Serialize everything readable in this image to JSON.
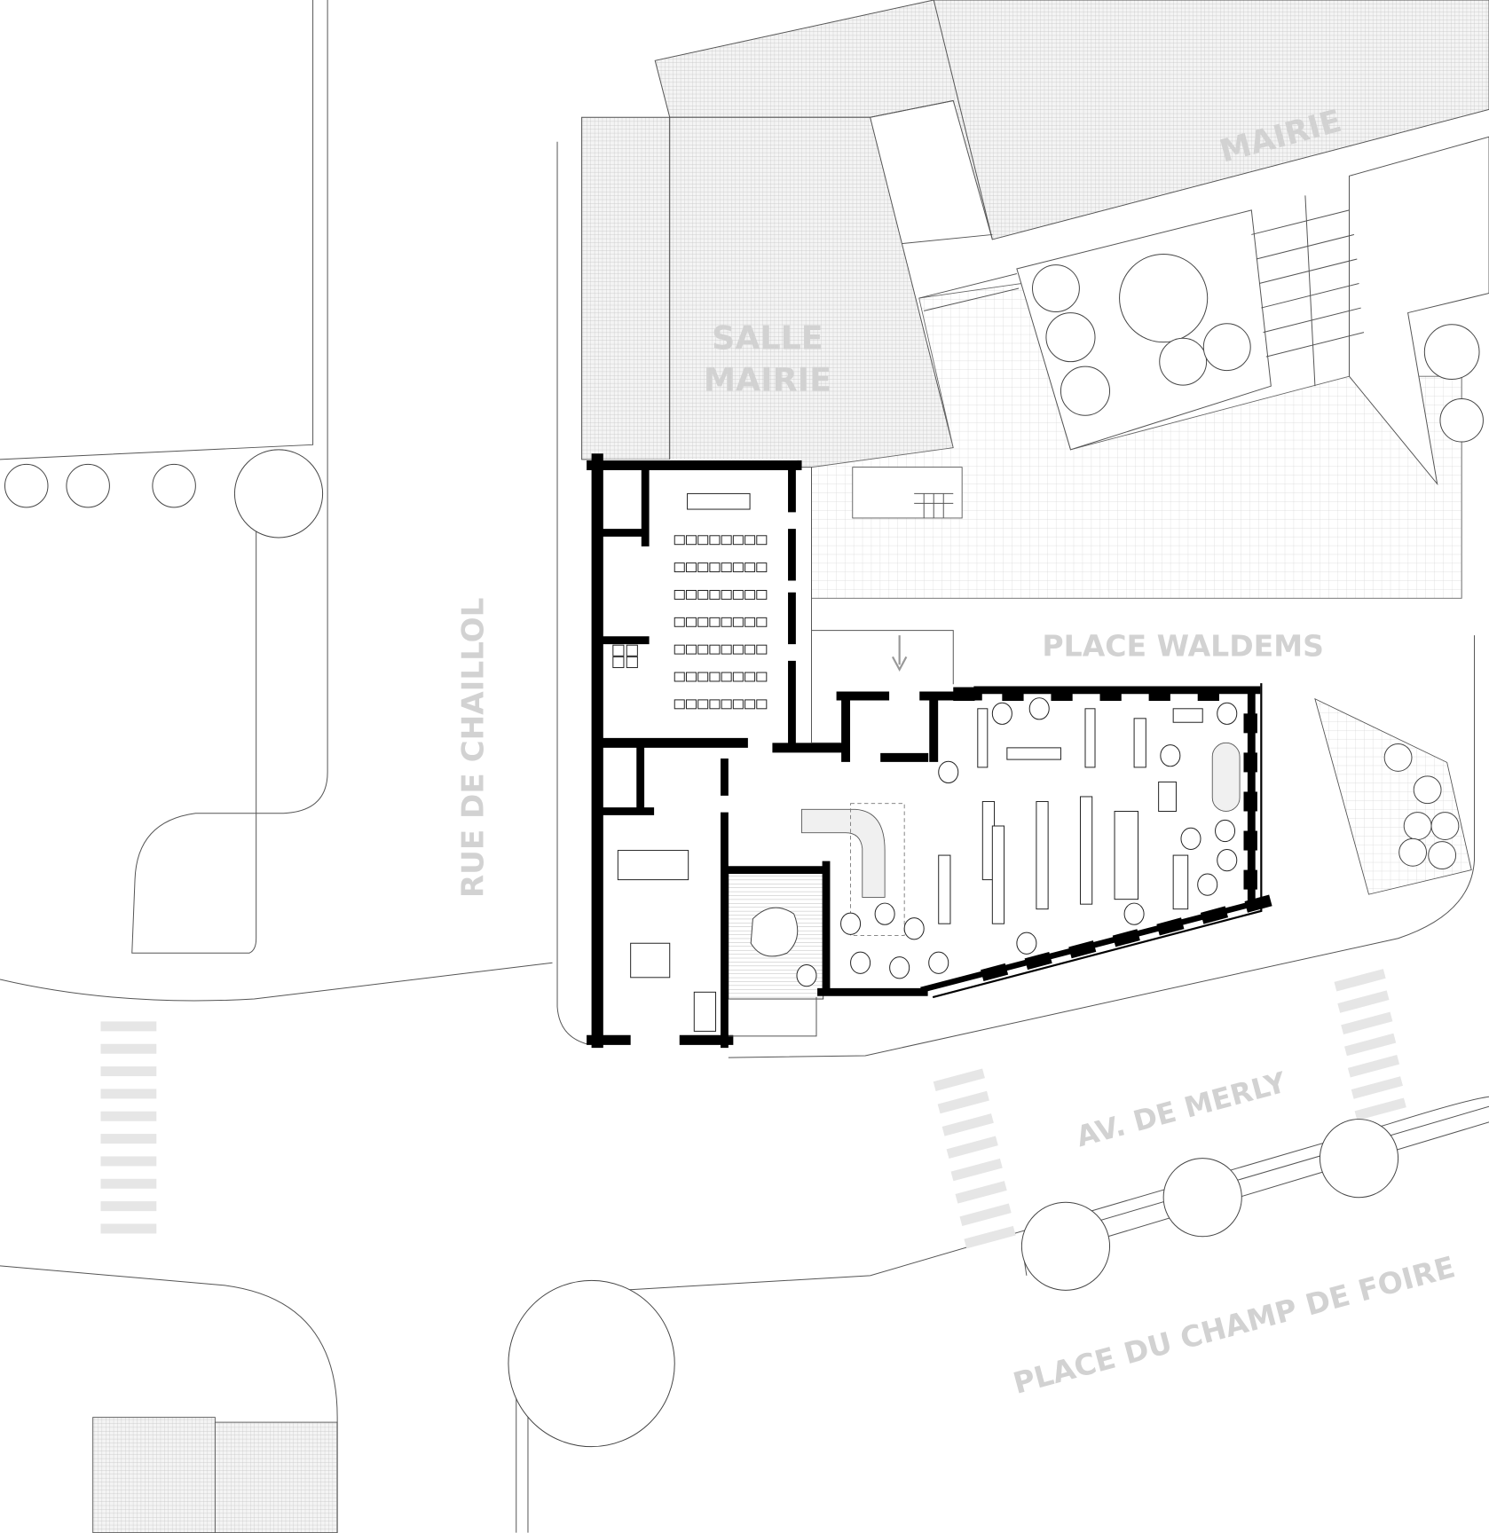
{
  "labels": {
    "salle_line1": "SALLE",
    "salle_line2": "MAIRIE",
    "mairie": "MAIRIE",
    "place_waldems": "PLACE WALDEMS",
    "rue_de_chaillol": "RUE DE CHAILLOL",
    "av_de_merly": "AV. DE MERLY",
    "place_du_champ_de_foire": "PLACE DU CHAMP DE FOIRE"
  },
  "colors": {
    "label": "#d2d2d2",
    "wall": "#000000",
    "line": "#555555",
    "hatch": "#bdbdbd"
  }
}
